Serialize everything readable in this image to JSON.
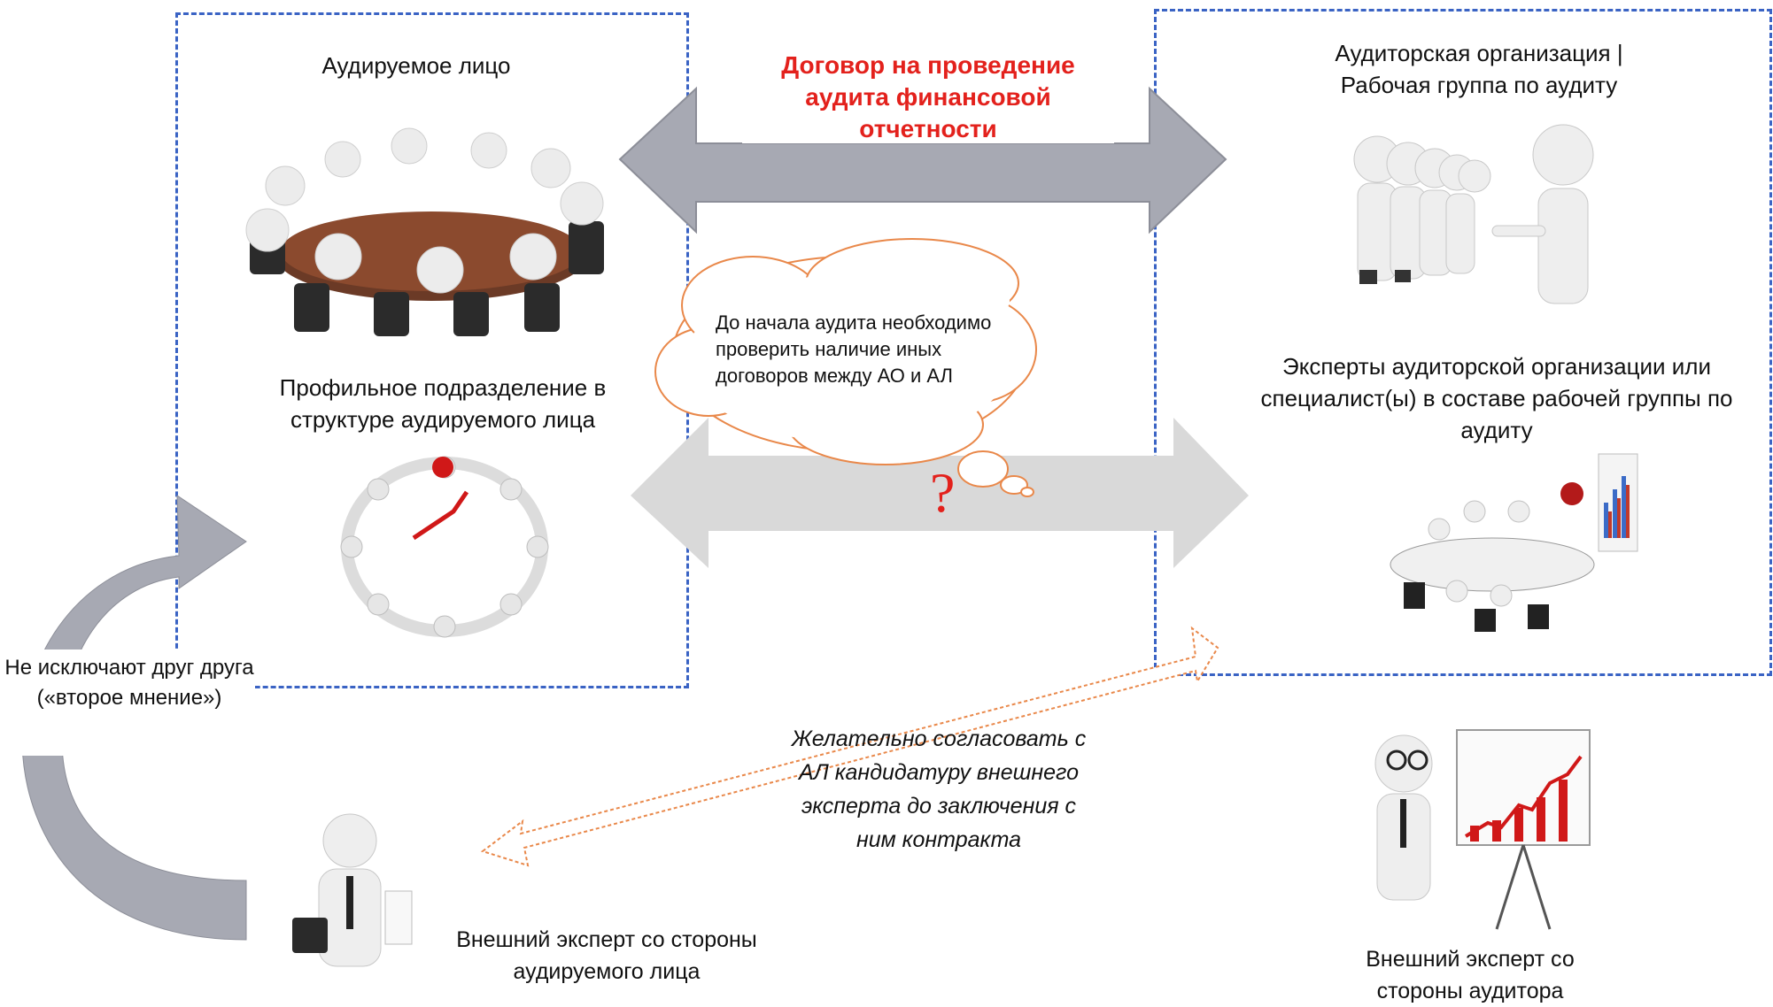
{
  "left_box": {
    "title": "Аудируемое лицо",
    "subtitle": "Профильное подразделение в структуре аудируемого лица"
  },
  "right_box": {
    "title": "Аудиторская организация | Рабочая группа по аудиту",
    "subtitle": "Эксперты аудиторской организации или специалист(ы) в составе рабочей группы по аудиту"
  },
  "top_arrow": {
    "label": "Договор на проведение аудита финансовой отчетности"
  },
  "thought_cloud": {
    "text": "До начала аудита необходимо проверить наличие иных договоров между АО и АЛ",
    "mark": "?"
  },
  "curved_arrow": {
    "label": "Не исключают друг друга («второе мнение»)"
  },
  "diagonal_arrow": {
    "label": "Желательно согласовать с АЛ кандидатуру внешнего эксперта до заключения с ним контракта"
  },
  "external_left": {
    "label": "Внешний эксперт со стороны аудируемого лица"
  },
  "external_right": {
    "label": "Внешний эксперт со стороны аудитора"
  },
  "colors": {
    "box_border": "#3a63c4",
    "title_red": "#e3211c",
    "arrow_gray": "#a7a9b3",
    "arrow_light": "#d9d9d9",
    "dashed_orange": "#e9884a"
  }
}
